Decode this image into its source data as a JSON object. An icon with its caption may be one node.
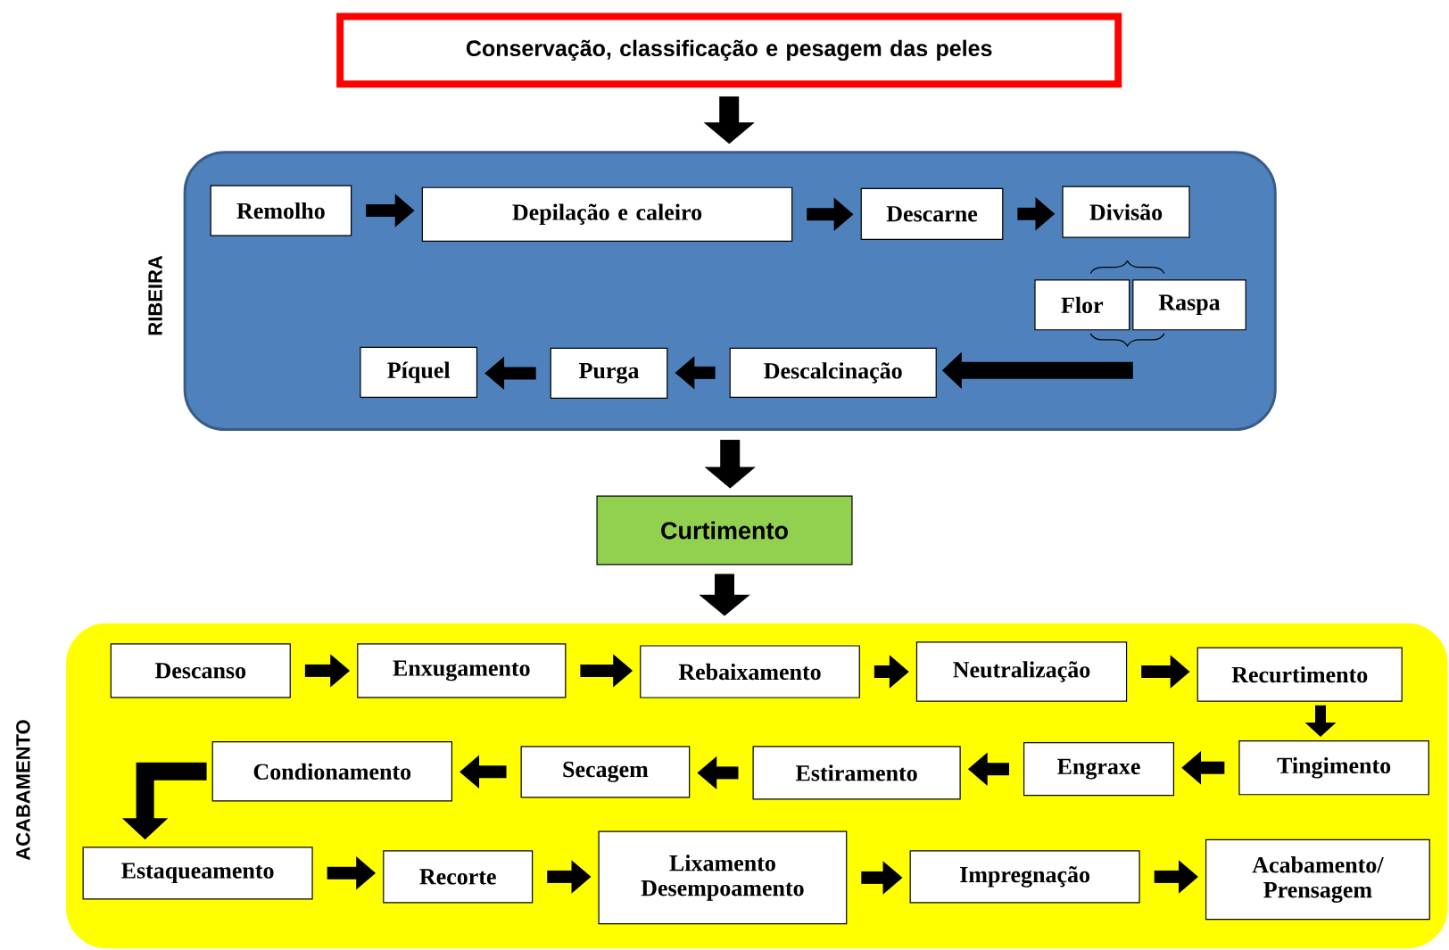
{
  "diagram": {
    "nodes": [
      {
        "text": [
          "Conservação, classificação e pesagem das peles"
        ]
      },
      {
        "text": [
          "RIBEIRA"
        ]
      },
      {
        "text": [
          "Remolho"
        ],
        "in": 1
      },
      {
        "text": [
          "Depilação e caleiro"
        ],
        "in": 1
      },
      {
        "text": [
          "Descarne"
        ],
        "in": 1
      },
      {
        "text": [
          "Divisão"
        ],
        "in": 1
      },
      {
        "text": [
          "Flor"
        ],
        "in": 1
      },
      {
        "text": [
          "Raspa"
        ],
        "in": 1
      },
      {
        "text": [
          "Descalcinação"
        ],
        "in": 1
      },
      {
        "text": [
          "Purga"
        ],
        "in": 1
      },
      {
        "text": [
          "Píquel"
        ],
        "in": 1
      },
      {
        "text": [
          "Curtimento"
        ]
      },
      {
        "text": [
          "ACABAMENTO"
        ]
      },
      {
        "text": [
          "Descanso"
        ],
        "in": 12
      },
      {
        "text": [
          "Enxugamento"
        ],
        "in": 12
      },
      {
        "text": [
          "Rebaixamento"
        ],
        "in": 12
      },
      {
        "text": [
          "Neutralização"
        ],
        "in": 12
      },
      {
        "text": [
          "Recurtimento"
        ],
        "in": 12
      },
      {
        "text": [
          "Tingimento"
        ],
        "in": 12
      },
      {
        "text": [
          "Engraxe"
        ],
        "in": 12
      },
      {
        "text": [
          "Estiramento"
        ],
        "in": 12
      },
      {
        "text": [
          "Secagem"
        ],
        "in": 12
      },
      {
        "text": [
          "Condionamento"
        ],
        "in": 12
      },
      {
        "text": [
          "Estaqueamento"
        ],
        "in": 12
      },
      {
        "text": [
          "Recorte"
        ],
        "in": 12
      },
      {
        "text": [
          "Lixamento Desempoamento"
        ],
        "in": 12
      },
      {
        "text": [
          "Impregnação"
        ],
        "in": 12
      },
      {
        "text": [
          "Acabamento/ Prensagem"
        ],
        "in": 12
      }
    ],
    "edges": [
      {
        "from": 0,
        "to": 1,
        "arrow": "to"
      },
      {
        "from": 1,
        "to": 11,
        "arrow": "to"
      },
      {
        "from": 11,
        "to": 12,
        "arrow": "to"
      },
      {
        "from": 2,
        "to": 3,
        "arrow": "to"
      },
      {
        "from": 3,
        "to": 4,
        "arrow": "to"
      },
      {
        "from": 4,
        "to": 5,
        "arrow": "to"
      },
      {
        "from": 6,
        "to": 8,
        "arrow": "to"
      },
      {
        "from": 7,
        "to": 8,
        "arrow": "to"
      },
      {
        "from": 8,
        "to": 9,
        "arrow": "to"
      },
      {
        "from": 9,
        "to": 10,
        "arrow": "to"
      },
      {
        "from": 13,
        "to": 14,
        "arrow": "to"
      },
      {
        "from": 14,
        "to": 15,
        "arrow": "to"
      },
      {
        "from": 15,
        "to": 16,
        "arrow": "to"
      },
      {
        "from": 16,
        "to": 17,
        "arrow": "to"
      },
      {
        "from": 17,
        "to": 18,
        "arrow": "to"
      },
      {
        "from": 18,
        "to": 19,
        "arrow": "to"
      },
      {
        "from": 19,
        "to": 20,
        "arrow": "to"
      },
      {
        "from": 20,
        "to": 21,
        "arrow": "to"
      },
      {
        "from": 21,
        "to": 22,
        "arrow": "to"
      },
      {
        "from": 22,
        "to": 23,
        "arrow": "to"
      },
      {
        "from": 23,
        "to": 24,
        "arrow": "to"
      },
      {
        "from": 24,
        "to": 25,
        "arrow": "to"
      },
      {
        "from": 25,
        "to": 26,
        "arrow": "to"
      },
      {
        "from": 26,
        "to": 27,
        "arrow": "to"
      }
    ]
  }
}
